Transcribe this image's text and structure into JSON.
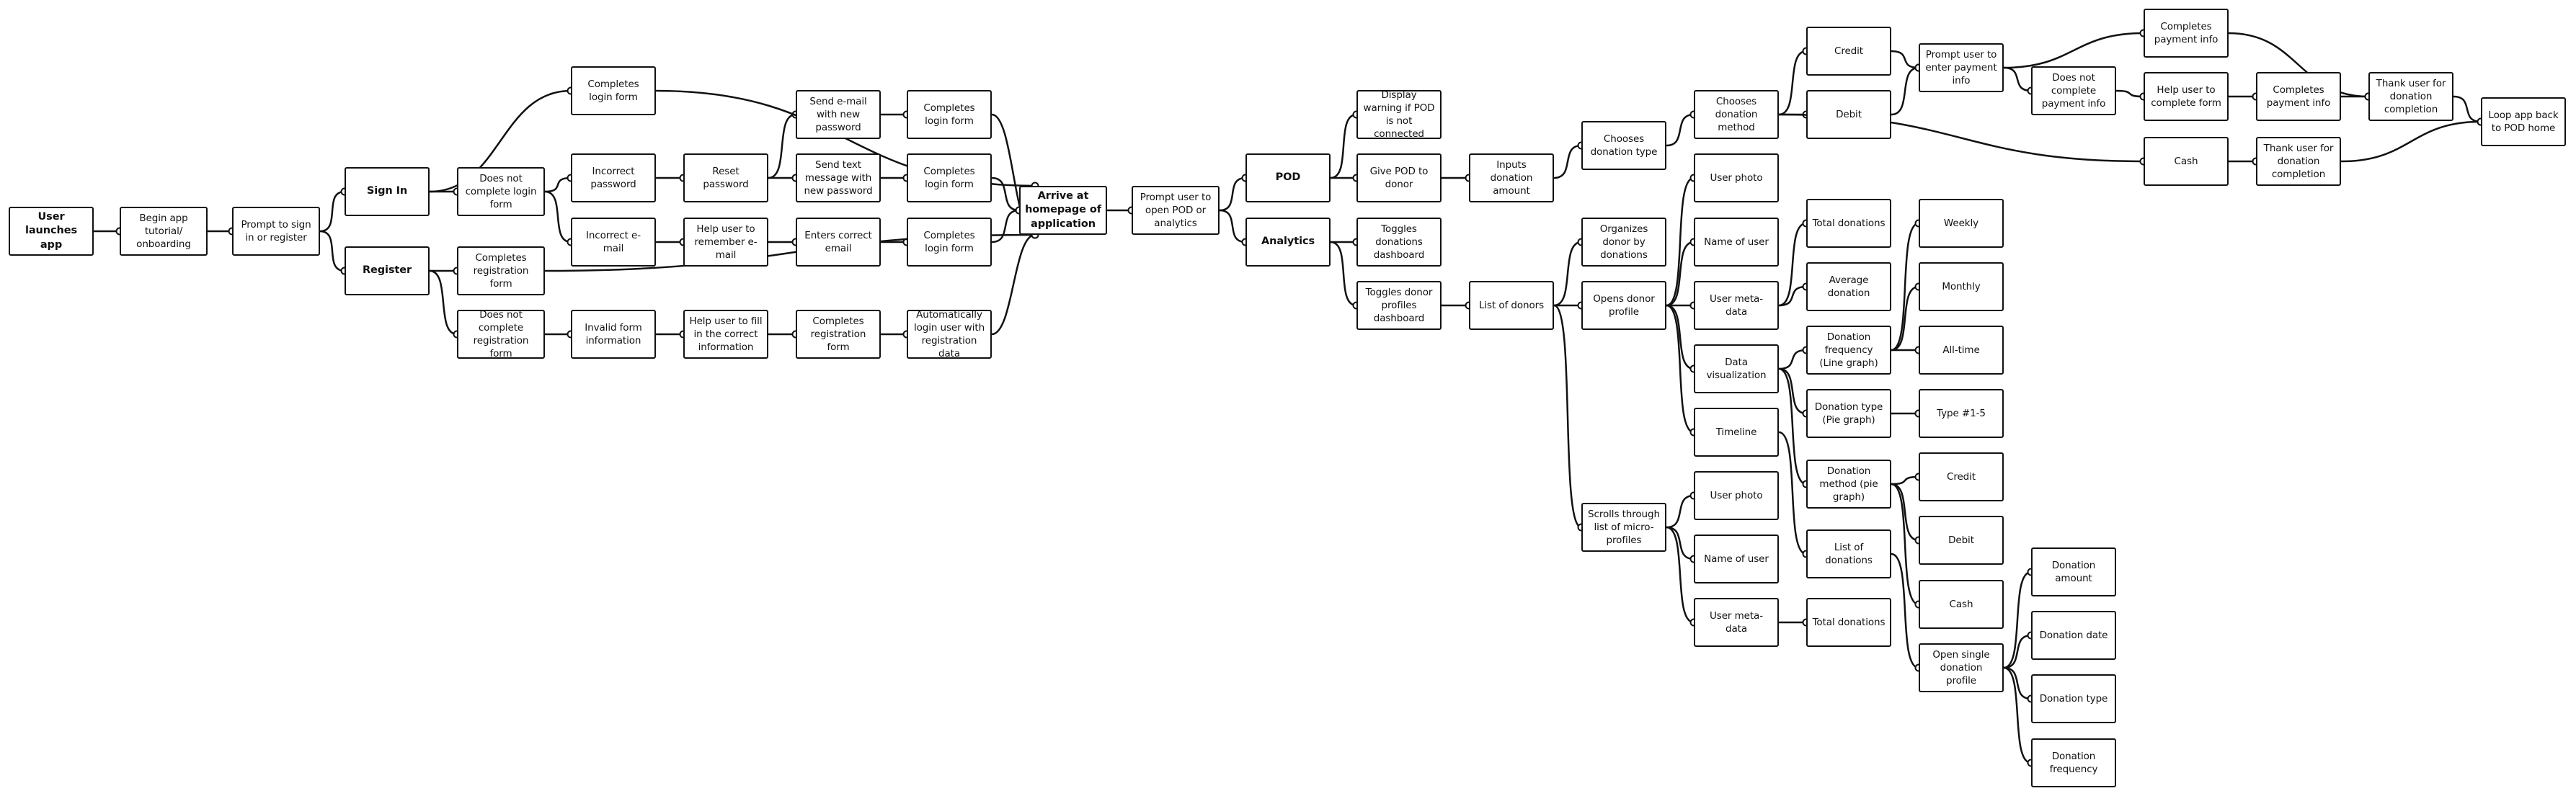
{
  "nodes": [
    {
      "id": "n_launch",
      "label": "User launches app",
      "bold": true
    },
    {
      "id": "n_tutorial",
      "label": "Begin app tutorial/ onboarding"
    },
    {
      "id": "n_prompt_sign",
      "label": "Prompt to sign in or register"
    },
    {
      "id": "n_signin",
      "label": "Sign In",
      "bold": true
    },
    {
      "id": "n_register",
      "label": "Register",
      "bold": true
    },
    {
      "id": "n_completes_login",
      "label": "Completes login form"
    },
    {
      "id": "n_not_complete_login",
      "label": "Does not complete login form"
    },
    {
      "id": "n_incorrect_pw",
      "label": "Incorrect password"
    },
    {
      "id": "n_incorrect_email",
      "label": "Incorrect e-mail"
    },
    {
      "id": "n_reset_pw",
      "label": "Reset password"
    },
    {
      "id": "n_help_email",
      "label": "Help user to remember e-mail"
    },
    {
      "id": "n_send_email",
      "label": "Send e-mail with new password"
    },
    {
      "id": "n_send_text",
      "label": "Send text message with new password"
    },
    {
      "id": "n_enters_email",
      "label": "Enters correct email"
    },
    {
      "id": "n_login_a",
      "label": "Completes login form"
    },
    {
      "id": "n_login_b",
      "label": "Completes login form"
    },
    {
      "id": "n_login_c",
      "label": "Completes login form"
    },
    {
      "id": "n_completes_reg",
      "label": "Completes registration form"
    },
    {
      "id": "n_not_complete_reg",
      "label": "Does not complete registration form"
    },
    {
      "id": "n_invalid",
      "label": "Invalid form information"
    },
    {
      "id": "n_help_fill",
      "label": "Help user to fill in the correct information"
    },
    {
      "id": "n_completes_reg2",
      "label": "Completes registration form"
    },
    {
      "id": "n_auto_login",
      "label": "Automatically login user with registration data"
    },
    {
      "id": "n_homepage",
      "label": "Arrive at homepage of application",
      "bold": true
    },
    {
      "id": "n_prompt_pod",
      "label": "Prompt user to open POD or analytics"
    },
    {
      "id": "n_pod",
      "label": "POD",
      "bold": true
    },
    {
      "id": "n_analytics",
      "label": "Analytics",
      "bold": true
    },
    {
      "id": "n_warning",
      "label": "Display warning if POD is not connected"
    },
    {
      "id": "n_give_pod",
      "label": "Give POD to donor"
    },
    {
      "id": "n_toggle_dash",
      "label": "Toggles donations dashboard"
    },
    {
      "id": "n_toggle_profiles",
      "label": "Toggles donor profiles dashboard"
    },
    {
      "id": "n_inputs",
      "label": "Inputs donation amount"
    },
    {
      "id": "n_list_donors",
      "label": "List of donors"
    },
    {
      "id": "n_choose_type",
      "label": "Chooses donation type"
    },
    {
      "id": "n_choose_method",
      "label": "Chooses donation method"
    },
    {
      "id": "n_credit",
      "label": "Credit"
    },
    {
      "id": "n_debit",
      "label": "Debit"
    },
    {
      "id": "n_cash",
      "label": "Cash"
    },
    {
      "id": "n_prompt_pay",
      "label": "Prompt user to enter payment info"
    },
    {
      "id": "n_completes_pay",
      "label": "Completes payment info"
    },
    {
      "id": "n_not_complete_pay",
      "label": "Does not complete payment info"
    },
    {
      "id": "n_help_form",
      "label": "Help user to complete form"
    },
    {
      "id": "n_completes_pay2",
      "label": "Completes payment info"
    },
    {
      "id": "n_thank1",
      "label": "Thank user for donation completion"
    },
    {
      "id": "n_thank2",
      "label": "Thank user for donation completion"
    },
    {
      "id": "n_loop",
      "label": "Loop app back to POD home"
    },
    {
      "id": "n_organizes",
      "label": "Organizes donor by donations"
    },
    {
      "id": "n_opens_profile",
      "label": "Opens donor profile"
    },
    {
      "id": "n_scrolls",
      "label": "Scrolls through list of micro-profiles"
    },
    {
      "id": "n_user_photo",
      "label": "User photo"
    },
    {
      "id": "n_name",
      "label": "Name of user"
    },
    {
      "id": "n_meta",
      "label": "User meta-data"
    },
    {
      "id": "n_dataviz",
      "label": "Data visualization"
    },
    {
      "id": "n_timeline",
      "label": "Timeline"
    },
    {
      "id": "n_user_photo2",
      "label": "User photo"
    },
    {
      "id": "n_name2",
      "label": "Name of user"
    },
    {
      "id": "n_meta2",
      "label": "User meta-data"
    },
    {
      "id": "n_total",
      "label": "Total donations"
    },
    {
      "id": "n_average",
      "label": "Average donation"
    },
    {
      "id": "n_freq",
      "label": "Donation frequency (Line graph)"
    },
    {
      "id": "n_type_pie",
      "label": "Donation type (Pie graph)"
    },
    {
      "id": "n_method_pie",
      "label": "Donation method (pie graph)"
    },
    {
      "id": "n_list_donations",
      "label": "List of donations"
    },
    {
      "id": "n_total2",
      "label": "Total donations"
    },
    {
      "id": "n_weekly",
      "label": "Weekly"
    },
    {
      "id": "n_monthly",
      "label": "Monthly"
    },
    {
      "id": "n_alltime",
      "label": "All-time"
    },
    {
      "id": "n_type15",
      "label": "Type #1-5"
    },
    {
      "id": "n_credit2",
      "label": "Credit"
    },
    {
      "id": "n_debit2",
      "label": "Debit"
    },
    {
      "id": "n_cash2",
      "label": "Cash"
    },
    {
      "id": "n_open_single",
      "label": "Open single donation profile"
    },
    {
      "id": "n_amt",
      "label": "Donation amount"
    },
    {
      "id": "n_date",
      "label": "Donation date"
    },
    {
      "id": "n_dtype",
      "label": "Donation type"
    },
    {
      "id": "n_dfreq",
      "label": "Donation frequency"
    }
  ],
  "edges": [
    [
      "n_launch",
      "n_tutorial"
    ],
    [
      "n_tutorial",
      "n_prompt_sign"
    ],
    [
      "n_prompt_sign",
      "n_signin"
    ],
    [
      "n_prompt_sign",
      "n_register"
    ],
    [
      "n_signin",
      "n_completes_login"
    ],
    [
      "n_signin",
      "n_not_complete_login"
    ],
    [
      "n_not_complete_login",
      "n_incorrect_pw"
    ],
    [
      "n_not_complete_login",
      "n_incorrect_email"
    ],
    [
      "n_incorrect_pw",
      "n_reset_pw"
    ],
    [
      "n_incorrect_email",
      "n_help_email"
    ],
    [
      "n_reset_pw",
      "n_send_email"
    ],
    [
      "n_reset_pw",
      "n_send_text"
    ],
    [
      "n_help_email",
      "n_enters_email"
    ],
    [
      "n_send_email",
      "n_login_a"
    ],
    [
      "n_send_text",
      "n_login_b"
    ],
    [
      "n_enters_email",
      "n_login_c"
    ],
    [
      "n_completes_login",
      "n_homepage"
    ],
    [
      "n_login_a",
      "n_homepage"
    ],
    [
      "n_login_b",
      "n_homepage"
    ],
    [
      "n_login_c",
      "n_homepage"
    ],
    [
      "n_completes_reg",
      "n_homepage"
    ],
    [
      "n_auto_login",
      "n_homepage"
    ],
    [
      "n_register",
      "n_completes_reg"
    ],
    [
      "n_register",
      "n_not_complete_reg"
    ],
    [
      "n_not_complete_reg",
      "n_invalid"
    ],
    [
      "n_invalid",
      "n_help_fill"
    ],
    [
      "n_help_fill",
      "n_completes_reg2"
    ],
    [
      "n_completes_reg2",
      "n_auto_login"
    ],
    [
      "n_homepage",
      "n_prompt_pod"
    ],
    [
      "n_prompt_pod",
      "n_pod"
    ],
    [
      "n_prompt_pod",
      "n_analytics"
    ],
    [
      "n_pod",
      "n_warning"
    ],
    [
      "n_pod",
      "n_give_pod"
    ],
    [
      "n_analytics",
      "n_toggle_dash"
    ],
    [
      "n_analytics",
      "n_toggle_profiles"
    ],
    [
      "n_give_pod",
      "n_inputs"
    ],
    [
      "n_inputs",
      "n_choose_type"
    ],
    [
      "n_choose_type",
      "n_choose_method"
    ],
    [
      "n_choose_method",
      "n_credit"
    ],
    [
      "n_choose_method",
      "n_debit"
    ],
    [
      "n_choose_method",
      "n_cash"
    ],
    [
      "n_credit",
      "n_prompt_pay"
    ],
    [
      "n_debit",
      "n_prompt_pay"
    ],
    [
      "n_prompt_pay",
      "n_completes_pay"
    ],
    [
      "n_prompt_pay",
      "n_not_complete_pay"
    ],
    [
      "n_not_complete_pay",
      "n_help_form"
    ],
    [
      "n_help_form",
      "n_completes_pay2"
    ],
    [
      "n_completes_pay",
      "n_thank1"
    ],
    [
      "n_completes_pay2",
      "n_thank1"
    ],
    [
      "n_cash",
      "n_thank2"
    ],
    [
      "n_thank1",
      "n_loop"
    ],
    [
      "n_thank2",
      "n_loop"
    ],
    [
      "n_toggle_profiles",
      "n_list_donors"
    ],
    [
      "n_list_donors",
      "n_organizes"
    ],
    [
      "n_list_donors",
      "n_opens_profile"
    ],
    [
      "n_list_donors",
      "n_scrolls"
    ],
    [
      "n_opens_profile",
      "n_user_photo"
    ],
    [
      "n_opens_profile",
      "n_name"
    ],
    [
      "n_opens_profile",
      "n_meta"
    ],
    [
      "n_opens_profile",
      "n_dataviz"
    ],
    [
      "n_opens_profile",
      "n_timeline"
    ],
    [
      "n_scrolls",
      "n_user_photo2"
    ],
    [
      "n_scrolls",
      "n_name2"
    ],
    [
      "n_scrolls",
      "n_meta2"
    ],
    [
      "n_meta",
      "n_total"
    ],
    [
      "n_meta",
      "n_average"
    ],
    [
      "n_dataviz",
      "n_freq"
    ],
    [
      "n_dataviz",
      "n_type_pie"
    ],
    [
      "n_dataviz",
      "n_method_pie"
    ],
    [
      "n_timeline",
      "n_list_donations"
    ],
    [
      "n_meta2",
      "n_total2"
    ],
    [
      "n_freq",
      "n_weekly"
    ],
    [
      "n_freq",
      "n_monthly"
    ],
    [
      "n_freq",
      "n_alltime"
    ],
    [
      "n_type_pie",
      "n_type15"
    ],
    [
      "n_method_pie",
      "n_credit2"
    ],
    [
      "n_method_pie",
      "n_debit2"
    ],
    [
      "n_method_pie",
      "n_cash2"
    ],
    [
      "n_list_donations",
      "n_open_single"
    ],
    [
      "n_open_single",
      "n_amt"
    ],
    [
      "n_open_single",
      "n_date"
    ],
    [
      "n_open_single",
      "n_dtype"
    ],
    [
      "n_open_single",
      "n_dfreq"
    ]
  ]
}
